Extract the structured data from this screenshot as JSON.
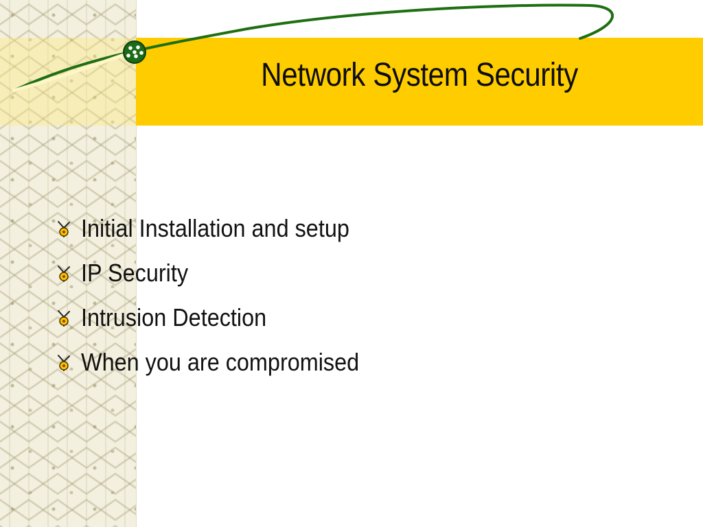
{
  "slide": {
    "title": "Network System Security",
    "bullets": [
      "Initial Installation and setup",
      "IP Security",
      "Intrusion Detection",
      "When you are compromised"
    ]
  },
  "theme": {
    "title_band_color": "#ffcc00",
    "arc_color": "#1f6f12",
    "bullet_icon": "network-node-icon",
    "side_pattern": "linear-knot-pattern"
  }
}
